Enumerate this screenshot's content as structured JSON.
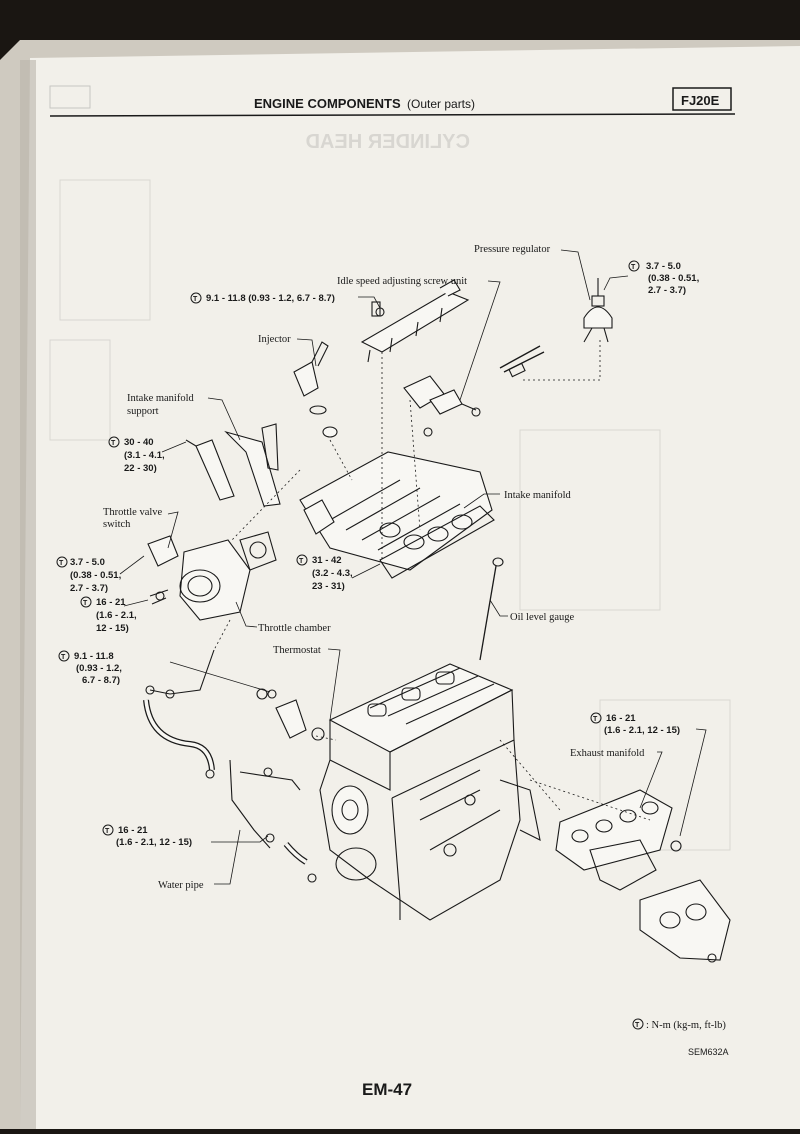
{
  "header": {
    "title": "ENGINE COMPONENTS",
    "subtitle": "(Outer parts)",
    "code": "FJ20E",
    "torque_symbol": "T"
  },
  "labels": {
    "pressure_regulator": "Pressure regulator",
    "idle_speed_screw": "Idle speed adjusting screw unit",
    "injector": "Injector",
    "intake_manifold_support_1": "Intake manifold",
    "intake_manifold_support_2": "support",
    "throttle_valve_switch_1": "Throttle valve",
    "throttle_valve_switch_2": "switch",
    "intake_manifold": "Intake manifold",
    "throttle_chamber": "Throttle chamber",
    "oil_level_gauge": "Oil level gauge",
    "thermostat": "Thermostat",
    "exhaust_manifold": "Exhaust manifold",
    "water_pipe": "Water pipe"
  },
  "torques": {
    "t_pressure_1": "3.7 - 5.0",
    "t_pressure_2": "(0.38 - 0.51,",
    "t_pressure_3": "2.7 - 3.7)",
    "t_idle": "9.1 - 11.8 (0.93 - 1.2, 6.7 - 8.7)",
    "t_support_1": "30 - 40",
    "t_support_2": "(3.1 - 4.1,",
    "t_support_3": "22 - 30)",
    "t_switch_1": "3.7 - 5.0",
    "t_switch_2": "(0.38 - 0.51,",
    "t_switch_3": "2.7 - 3.7)",
    "t_chamber_1": "16 - 21",
    "t_chamber_2": "(1.6 - 2.1,",
    "t_chamber_3": "12 - 15)",
    "t_manifold_1": "31 - 42",
    "t_manifold_2": "(3.2 - 4.3,",
    "t_manifold_3": "23 - 31)",
    "t_thermo_1": "9.1 - 11.8",
    "t_thermo_2": "(0.93 - 1.2,",
    "t_thermo_3": "6.7 - 8.7)",
    "t_exhaust_1": "16 - 21",
    "t_exhaust_2": "(1.6 - 2.1, 12 - 15)",
    "t_water_1": "16 - 21",
    "t_water_2": "(1.6 - 2.1, 12 - 15)"
  },
  "footer": {
    "legend": ": N-m (kg-m, ft-lb)",
    "figure_code": "SEM632A",
    "page_number": "EM-47"
  },
  "colors": {
    "paper": "#f2f0ea",
    "ink": "#1a1a1a",
    "background": "#1a1612"
  }
}
